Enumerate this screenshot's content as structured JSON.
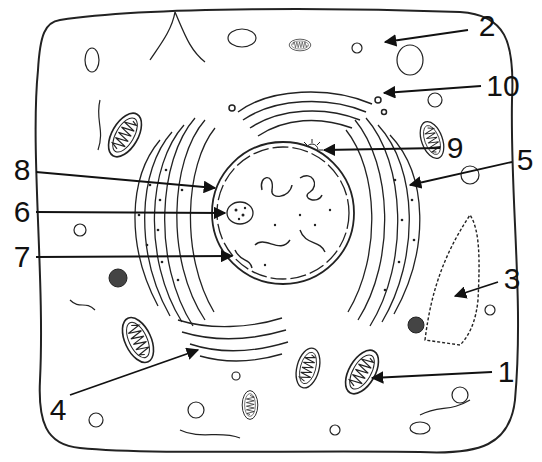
{
  "diagram": {
    "labels": [
      "2",
      "10",
      "9",
      "8",
      "5",
      "6",
      "7",
      "3",
      "1",
      "4"
    ]
  }
}
